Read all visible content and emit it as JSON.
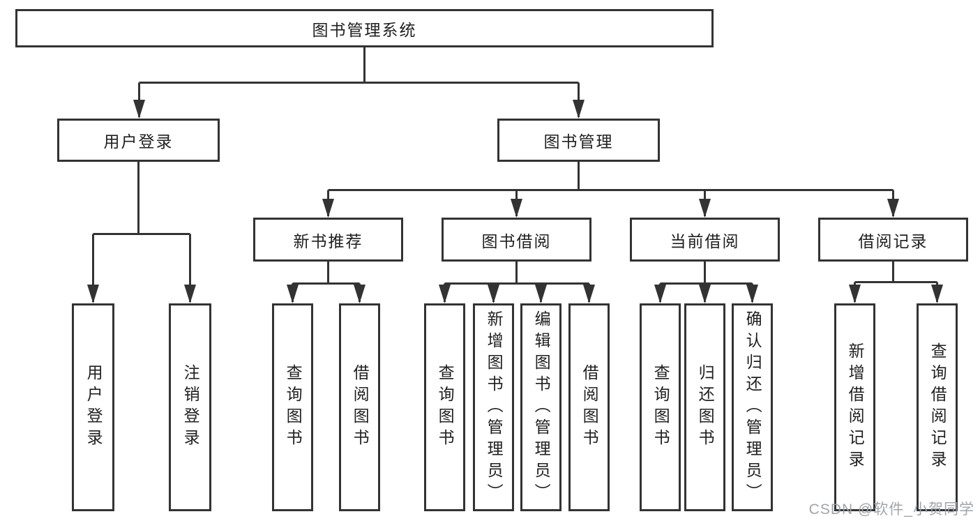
{
  "page": {
    "background_color": "#ffffff",
    "line_color": "#333333",
    "text_color": "#1f1f1f"
  },
  "diagram": {
    "root": {
      "label": "图书管理系统"
    },
    "branches": [
      {
        "label": "用户登录",
        "children": [
          {
            "label": "用户登录"
          },
          {
            "label": "注销登录"
          }
        ]
      },
      {
        "label": "图书管理",
        "children": [
          {
            "label": "新书推荐",
            "children": [
              {
                "label": "查询图书"
              },
              {
                "label": "借阅图书"
              }
            ]
          },
          {
            "label": "图书借阅",
            "children": [
              {
                "label": "查询图书"
              },
              {
                "label": "新增图书（管理员）"
              },
              {
                "label": "编辑图书（管理员）"
              },
              {
                "label": "借阅图书"
              }
            ]
          },
          {
            "label": "当前借阅",
            "children": [
              {
                "label": "查询图书"
              },
              {
                "label": "归还图书"
              },
              {
                "label": "确认归还（管理员）"
              }
            ]
          },
          {
            "label": "借阅记录",
            "children": [
              {
                "label": "新增借阅记录"
              },
              {
                "label": "查询借阅记录"
              }
            ]
          }
        ]
      }
    ]
  },
  "watermark": {
    "text": "CSDN @软件_小贺同学"
  }
}
